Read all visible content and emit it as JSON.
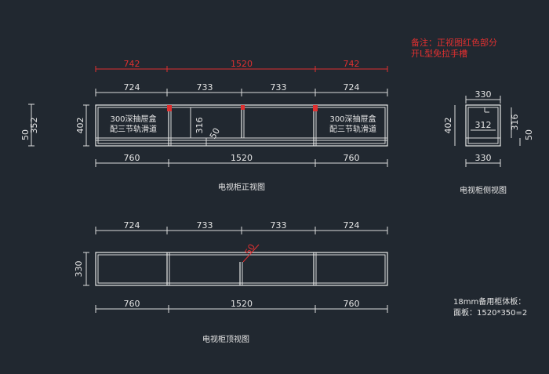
{
  "note": {
    "line1": "备注：正视图红色部分",
    "line2": "开L型免拉手槽",
    "color": "#e03030"
  },
  "front": {
    "title": "电视柜正视图",
    "red_dims": [
      "742",
      "1520",
      "742"
    ],
    "top_dims": [
      "724",
      "733",
      "733",
      "724"
    ],
    "bottom_dims": [
      "760",
      "1520",
      "760"
    ],
    "height": "402",
    "inner_h": "352",
    "base": "50",
    "mid_h": "316",
    "mid_base": "50",
    "drawer_l1": "300深抽屉盒",
    "drawer_l2": "配三节轨滑道",
    "drawer_r1": "300深抽屉盒",
    "drawer_r2": "配三节轨滑道"
  },
  "side": {
    "title": "电视柜侧视图",
    "top": "330",
    "inner": "312",
    "bottom": "330",
    "height": "402",
    "right_h": "316",
    "right_base": "50"
  },
  "top_view": {
    "title": "电视柜顶视图",
    "top_dims": [
      "724",
      "733",
      "733",
      "724"
    ],
    "bottom_dims": [
      "760",
      "1520",
      "760"
    ],
    "depth": "330",
    "slot": "50"
  },
  "material": {
    "line1": "18mm备用柜体板：",
    "line2": "面板：1520*350=2"
  }
}
